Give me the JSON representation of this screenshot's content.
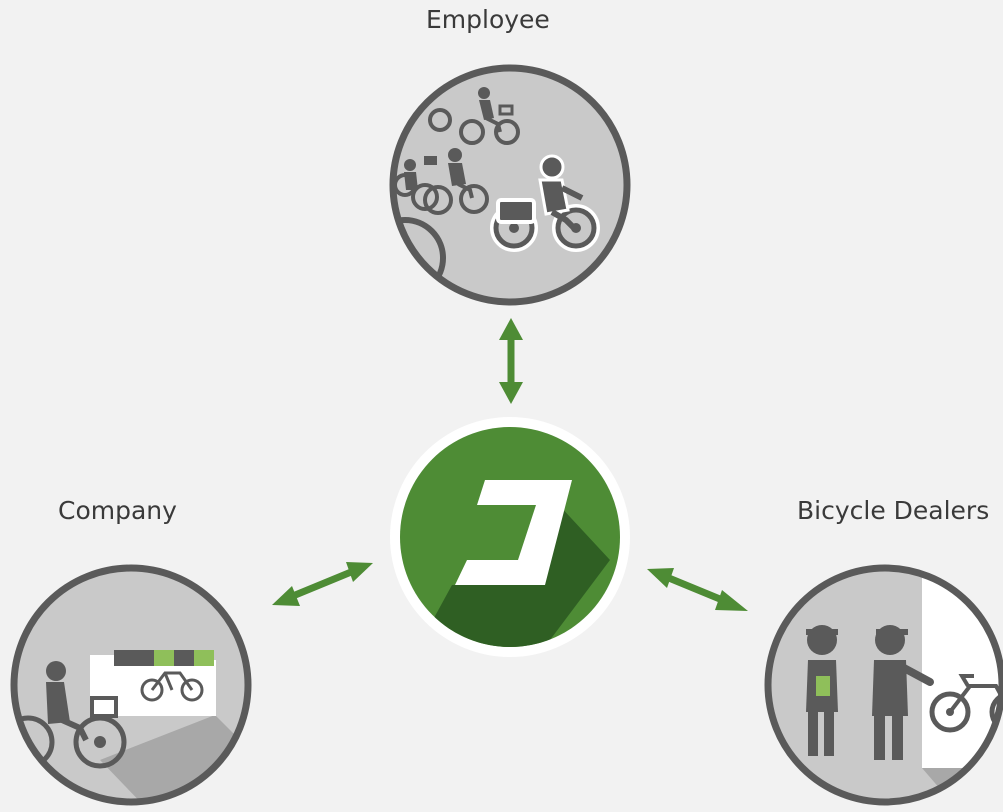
{
  "labels": {
    "employee": "Employee",
    "company": "Company",
    "dealers": "Bicycle Dealers"
  },
  "colors": {
    "background": "#f2f2f2",
    "accent_green": "#4e8c35",
    "dark_green": "#2f5f23",
    "light_green": "#8fbf5a",
    "circle_border": "#5a5a5a",
    "circle_fill": "#c9c9c9",
    "icon_gray": "#5a5a5a"
  },
  "icons": {
    "center": "logo-j-icon",
    "employee": "cyclists-icon",
    "company": "shop-icon",
    "dealers": "dealers-icon"
  }
}
